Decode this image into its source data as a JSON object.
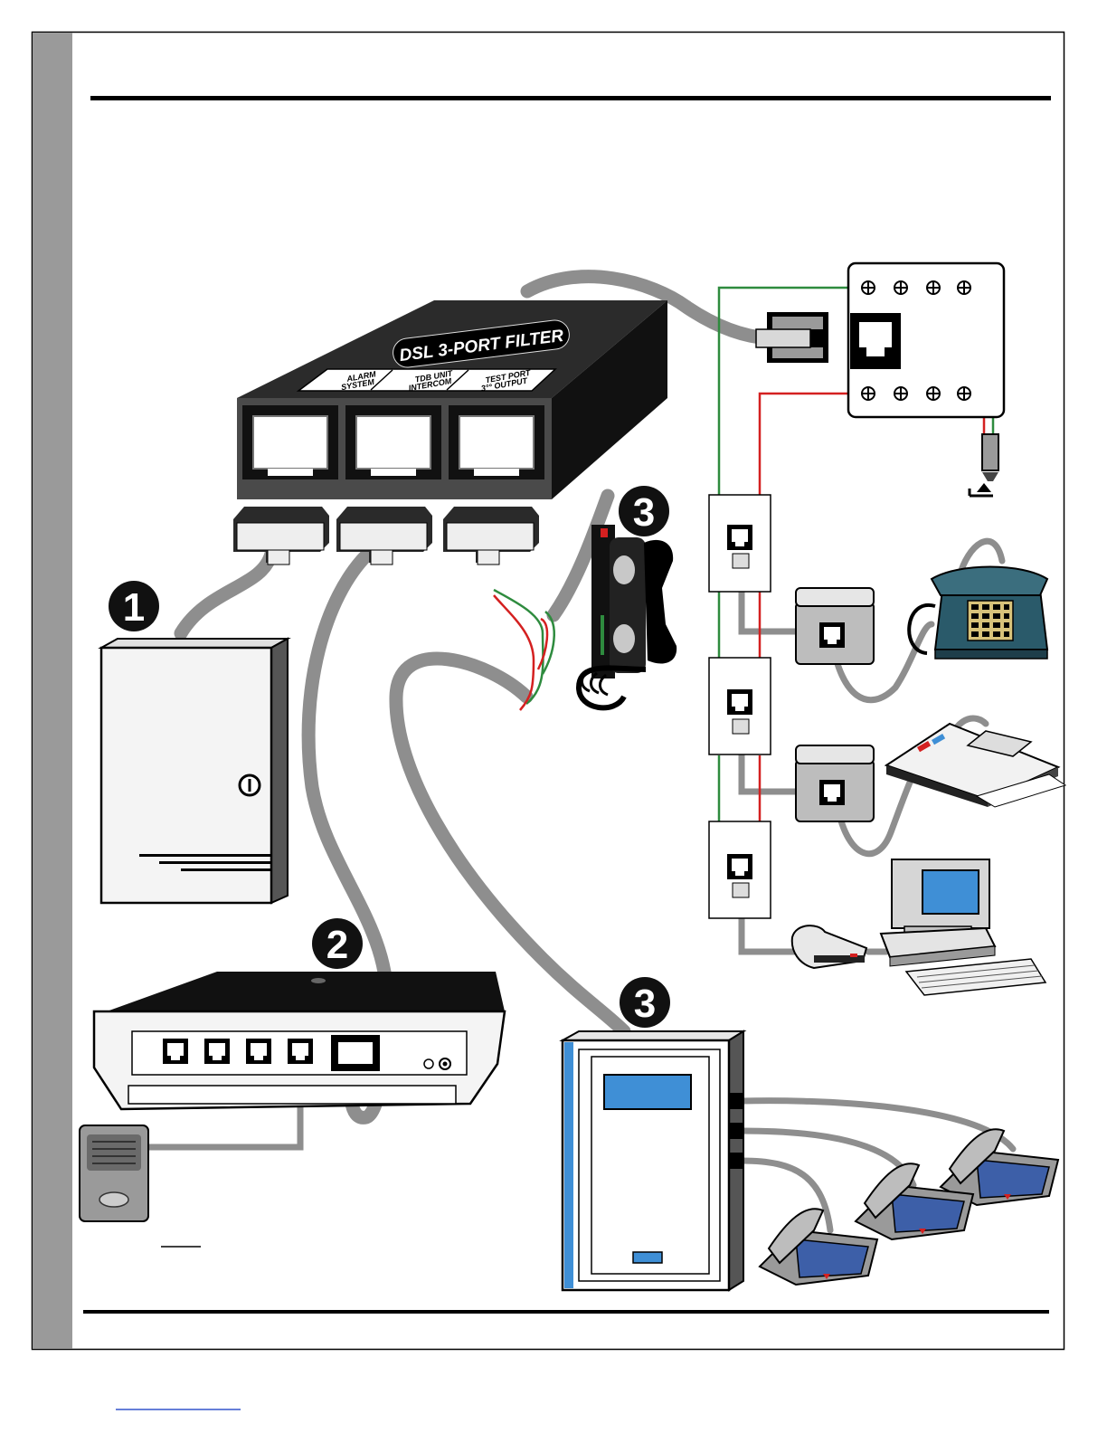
{
  "filter": {
    "title": "DSL 3-PORT FILTER",
    "port_labels": [
      {
        "line1": "ALARM",
        "line2": "SYSTEM"
      },
      {
        "line1": "TDB UNIT",
        "line2": "INTERCOM"
      },
      {
        "line1": "TEST PORT",
        "line2": "3°° OUTPUT"
      }
    ]
  },
  "callouts": {
    "alarm": "1",
    "intercom": "2",
    "phone_top": "3",
    "pbx": "3"
  },
  "colors": {
    "cable": "#8e8e8e",
    "wire_red": "#d42020",
    "wire_green": "#2e8b3e",
    "screen_blue": "#3f8fd6",
    "phone_blue": "#3d5fa8",
    "page_gray": "#9a9a9a"
  },
  "icons": {
    "alarm_panel": "alarm-panel-icon",
    "intercom": "intercom-base-icon",
    "door_station": "door-station-icon",
    "pbx": "pbx-cabinet-icon",
    "wall_phone": "wall-phone-icon",
    "desk_phone": "desk-phone-icon",
    "fax": "fax-machine-icon",
    "computer": "computer-icon",
    "modem": "modem-icon",
    "ground": "ground-icon"
  }
}
